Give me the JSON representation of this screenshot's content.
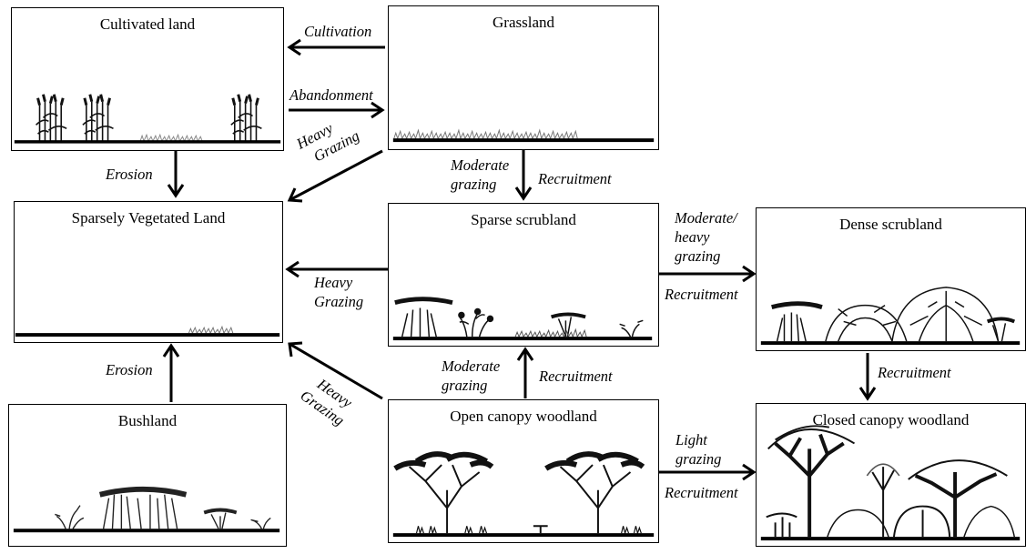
{
  "diagram": {
    "type": "state-transition",
    "states": {
      "cultivated": {
        "title": "Cultivated land"
      },
      "grassland": {
        "title": "Grassland"
      },
      "sparsely_vegetated": {
        "title": "Sparsely Vegetated Land"
      },
      "sparse_scrubland": {
        "title": "Sparse scrubland"
      },
      "dense_scrubland": {
        "title": "Dense scrubland"
      },
      "bushland": {
        "title": "Bushland"
      },
      "open_canopy": {
        "title": "Open canopy woodland"
      },
      "closed_canopy": {
        "title": "Closed canopy woodland"
      }
    },
    "transitions": [
      {
        "from": "Grassland",
        "to": "Cultivated land",
        "label": "Cultivation"
      },
      {
        "from": "Cultivated land",
        "to": "Grassland",
        "label": "Abandonment"
      },
      {
        "from": "Cultivated land",
        "to": "Sparsely Vegetated Land",
        "label": "Erosion"
      },
      {
        "from": "Grassland",
        "to": "Sparsely Vegetated Land",
        "label_line1": "Heavy",
        "label_line2": "Grazing"
      },
      {
        "from": "Grassland",
        "to": "Sparse scrubland",
        "label_left_line1": "Moderate",
        "label_left_line2": "grazing",
        "label_right": "Recruitment"
      },
      {
        "from": "Sparse scrubland",
        "to": "Sparsely Vegetated Land",
        "label_line1": "Heavy",
        "label_line2": "Grazing"
      },
      {
        "from": "Sparse scrubland",
        "to": "Dense scrubland",
        "label_top_line1": "Moderate/",
        "label_top_line2": "heavy",
        "label_top_line3": "grazing",
        "label_bottom": "Recruitment"
      },
      {
        "from": "Bushland",
        "to": "Sparsely Vegetated Land",
        "label": "Erosion"
      },
      {
        "from": "Open canopy woodland",
        "to": "Sparsely Vegetated Land",
        "label_line1": "Heavy",
        "label_line2": "Grazing"
      },
      {
        "from": "Open canopy woodland",
        "to": "Sparse scrubland",
        "label_left_line1": "Moderate",
        "label_left_line2": "grazing",
        "label_right": "Recruitment"
      },
      {
        "from": "Dense scrubland",
        "to": "Closed canopy woodland",
        "label": "Recruitment"
      },
      {
        "from": "Open canopy woodland",
        "to": "Closed canopy woodland",
        "label_top_line1": "Light",
        "label_top_line2": "grazing",
        "label_bottom": "Recruitment"
      }
    ]
  }
}
